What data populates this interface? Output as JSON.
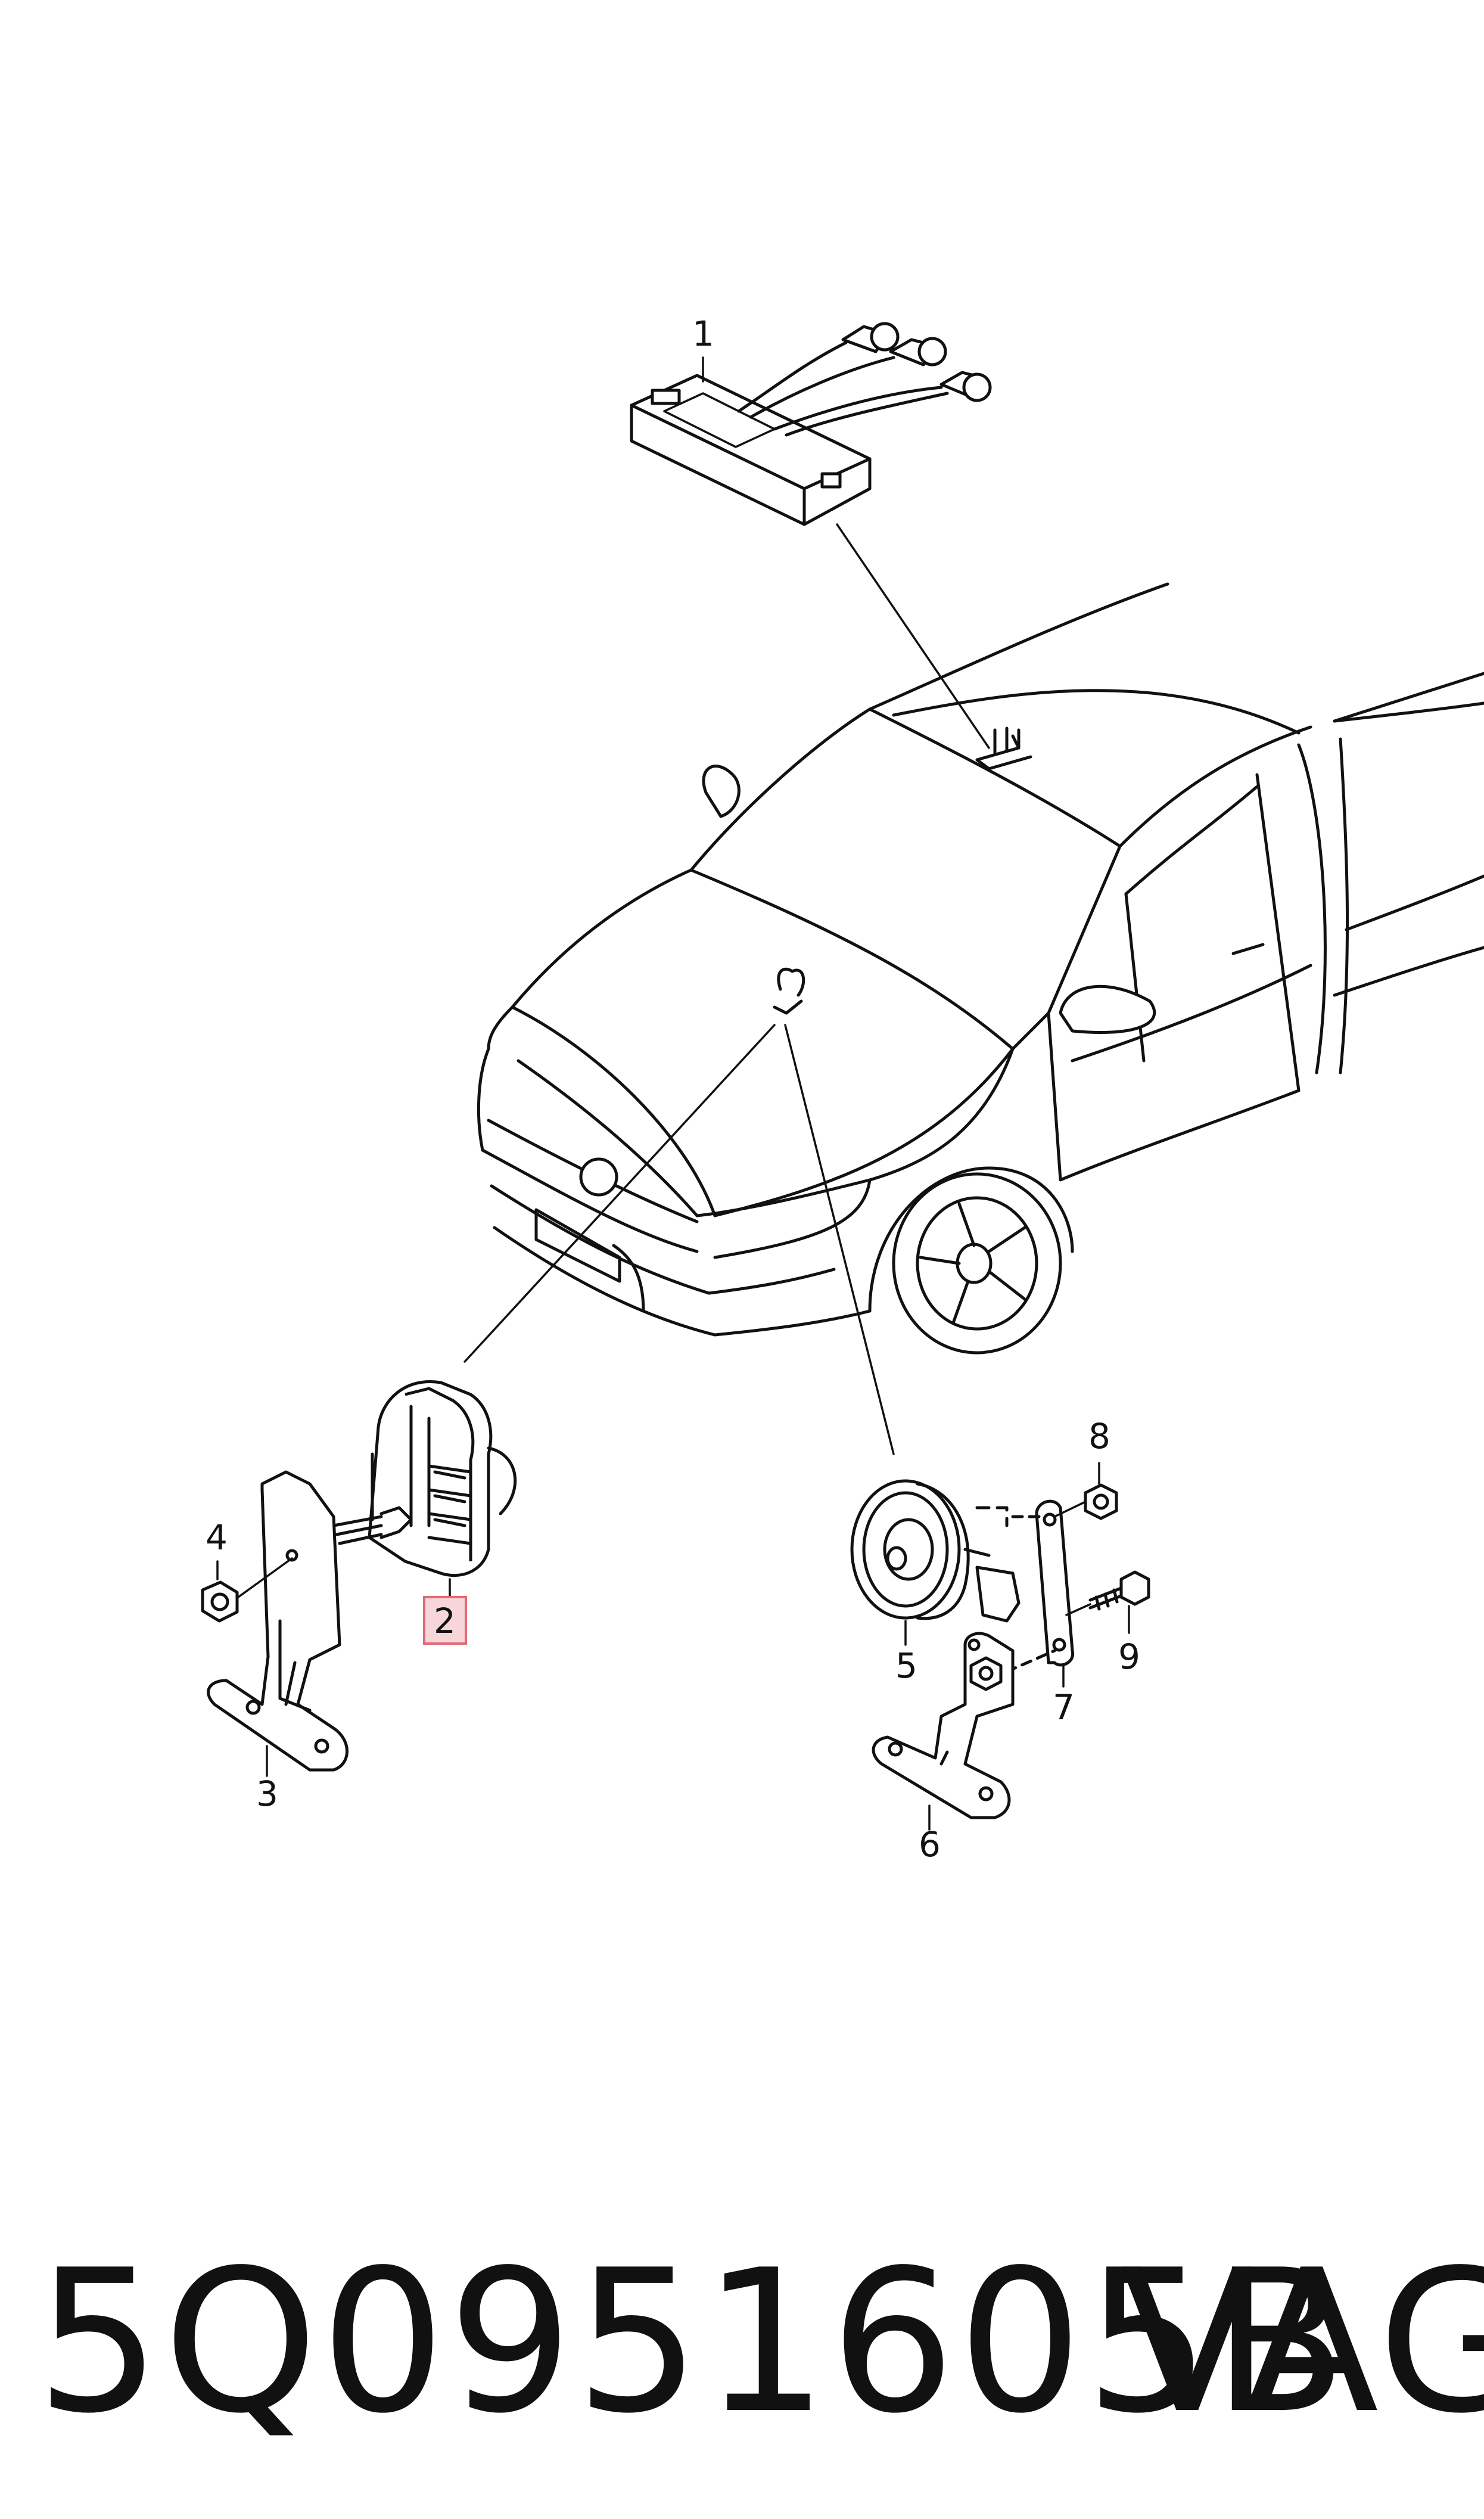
{
  "diagram": {
    "callouts": [
      {
        "id": "1",
        "label": "1"
      },
      {
        "id": "2",
        "label": "2",
        "highlighted": true
      },
      {
        "id": "3",
        "label": "3"
      },
      {
        "id": "4",
        "label": "4"
      },
      {
        "id": "5",
        "label": "5"
      },
      {
        "id": "6",
        "label": "6"
      },
      {
        "id": "7",
        "label": "7"
      },
      {
        "id": "8",
        "label": "8"
      },
      {
        "id": "9",
        "label": "9"
      }
    ],
    "highlight_color": "#e06a78",
    "line_color": "#111111"
  },
  "footer": {
    "part_number": "5Q0951605B",
    "brand": "VAG"
  }
}
